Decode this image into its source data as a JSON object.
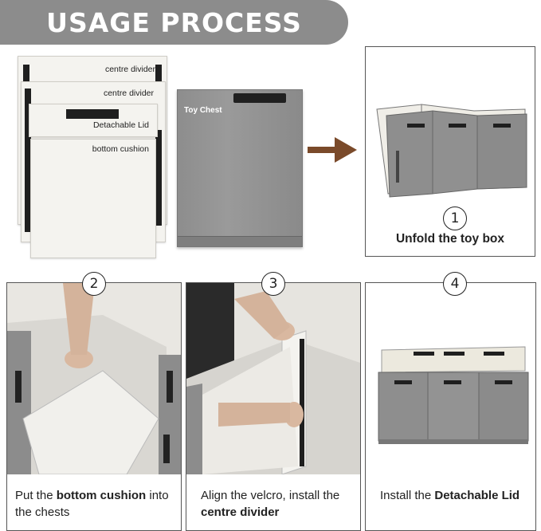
{
  "banner": {
    "title": "USAGE PROCESS"
  },
  "components": {
    "labels": [
      "centre divider",
      "centre divider",
      "Detachable Lid",
      "bottom cushion"
    ],
    "chest_label": "Toy Chest"
  },
  "steps": [
    {
      "number": "1",
      "caption_plain": "Unfold the toy box"
    },
    {
      "number": "2",
      "caption_pre": "Put the ",
      "caption_bold": "bottom cushion",
      "caption_post": " into the chests"
    },
    {
      "number": "3",
      "caption_pre": "Align the velcro, install the ",
      "caption_bold": "centre divider",
      "caption_post": ""
    },
    {
      "number": "4",
      "caption_pre": "Install the ",
      "caption_bold": "Detachable Lid",
      "caption_post": ""
    }
  ],
  "colors": {
    "banner": "#8c8c8c",
    "arrow": "#7a4a2a",
    "fabric_grey": "#8f8f8f",
    "panel_cream": "#f4f3ef"
  }
}
